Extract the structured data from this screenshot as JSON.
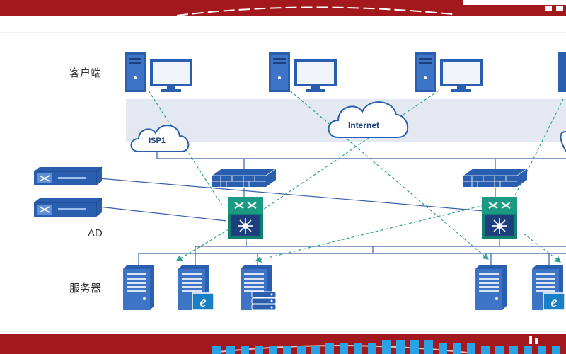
{
  "labels": {
    "clients": "客户端",
    "ad": "AD",
    "servers": "服务器"
  },
  "clouds": {
    "isp1": "ISP1",
    "internet": "Internet"
  },
  "colors": {
    "banner_red": "#a3181c",
    "device_blue": "#2a5fb0",
    "device_dark_blue": "#1d3f7e",
    "switch_teal": "#12806e",
    "link_line": "#3a5fa8",
    "dashed_link": "#2fa391",
    "internet_band": "#e4e8f1"
  },
  "icons": {
    "client_pc": "desktop-pc-icon",
    "cloud": "cloud-icon",
    "firewall": "firewall-icon",
    "core_switch": "core-switch-icon",
    "ad_device": "ad-appliance-icon",
    "server": "server-tower-icon",
    "web_server": "ie-web-server-icon",
    "storage_server": "storage-server-icon"
  }
}
